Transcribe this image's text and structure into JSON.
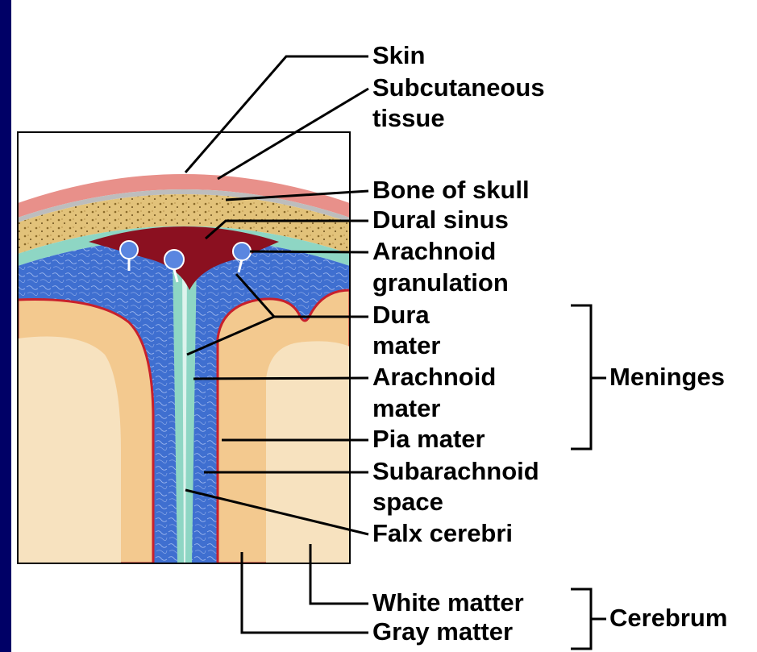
{
  "labels": {
    "skin": "Skin",
    "subcutaneous_tissue": [
      "Subcutaneous",
      "tissue"
    ],
    "bone_of_skull": "Bone of skull",
    "dural_sinus": "Dural sinus",
    "arachnoid_granulation": [
      "Arachnoid",
      "granulation"
    ],
    "dura_mater": [
      "Dura",
      "mater"
    ],
    "arachnoid_mater": [
      "Arachnoid",
      "mater"
    ],
    "pia_mater": "Pia mater",
    "subarachnoid_space": [
      "Subarachnoid",
      "space"
    ],
    "falx_cerebri": "Falx cerebri",
    "white_matter": "White matter",
    "gray_matter": "Gray matter",
    "meninges": "Meninges",
    "cerebrum": "Cerebrum"
  },
  "colors": {
    "slide_background": "#000066",
    "skin": "#e8908a",
    "bone": "#e2c27a",
    "dura": "#8ed6c4",
    "sinus_blood": "#8b1020",
    "subarachnoid": "#3f6fd0",
    "gray_matter": "#f3c98f",
    "white_matter": "#f7e2bf",
    "pia": "#c8202c"
  }
}
